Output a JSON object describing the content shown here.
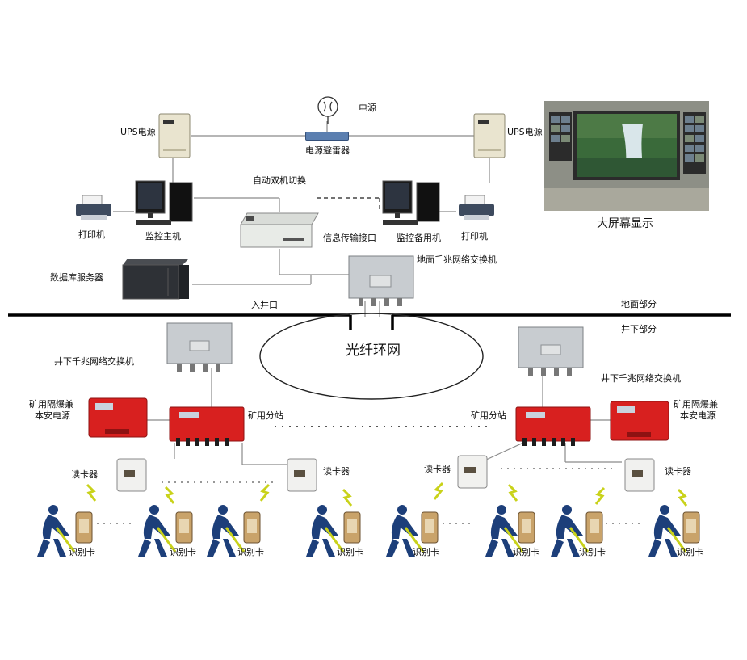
{
  "labels": {
    "power": "电源",
    "lightning_arrester": "电源避雷器",
    "ups_left": "UPS电源",
    "ups_right": "UPS电源",
    "auto_switch": "自动双机切换",
    "printer_left": "打印机",
    "monitor_host": "监控主机",
    "info_interface": "信息传输接口",
    "backup_host": "监控备用机",
    "printer_right": "打印机",
    "big_screen": "大屏幕显示",
    "db_server": "数据库服务器",
    "ground_switch": "地面千兆网络交换机",
    "shaft_entrance": "入井口",
    "ground_part": "地面部分",
    "underground_part": "井下部分",
    "fiber_ring": "光纤环网",
    "switch_left": "井下千兆网络交换机",
    "switch_right": "井下千兆网络交换机",
    "power_left_1": "矿用隔爆兼",
    "power_left_2": "本安电源",
    "power_right_1": "矿用隔爆兼",
    "power_right_2": "本安电源",
    "substation_left": "矿用分站",
    "substation_right": "矿用分站",
    "reader_1": "读卡器",
    "reader_2": "读卡器",
    "reader_3": "读卡器",
    "reader_4": "读卡器",
    "card_1": "识别卡",
    "card_2": "识别卡",
    "card_3": "识别卡",
    "card_4": "识别卡",
    "card_5": "识别卡",
    "card_6": "识别卡",
    "card_7": "识别卡",
    "card_8": "识别卡"
  },
  "colors": {
    "explosion_box_red": "#d8201f",
    "steel_box": "#c8ccd0",
    "ups_body": "#e9e4cf",
    "worker_blue": "#1d3f7a",
    "card_tan": "#c9a36a",
    "screen_frame": "#2b2b2b"
  }
}
